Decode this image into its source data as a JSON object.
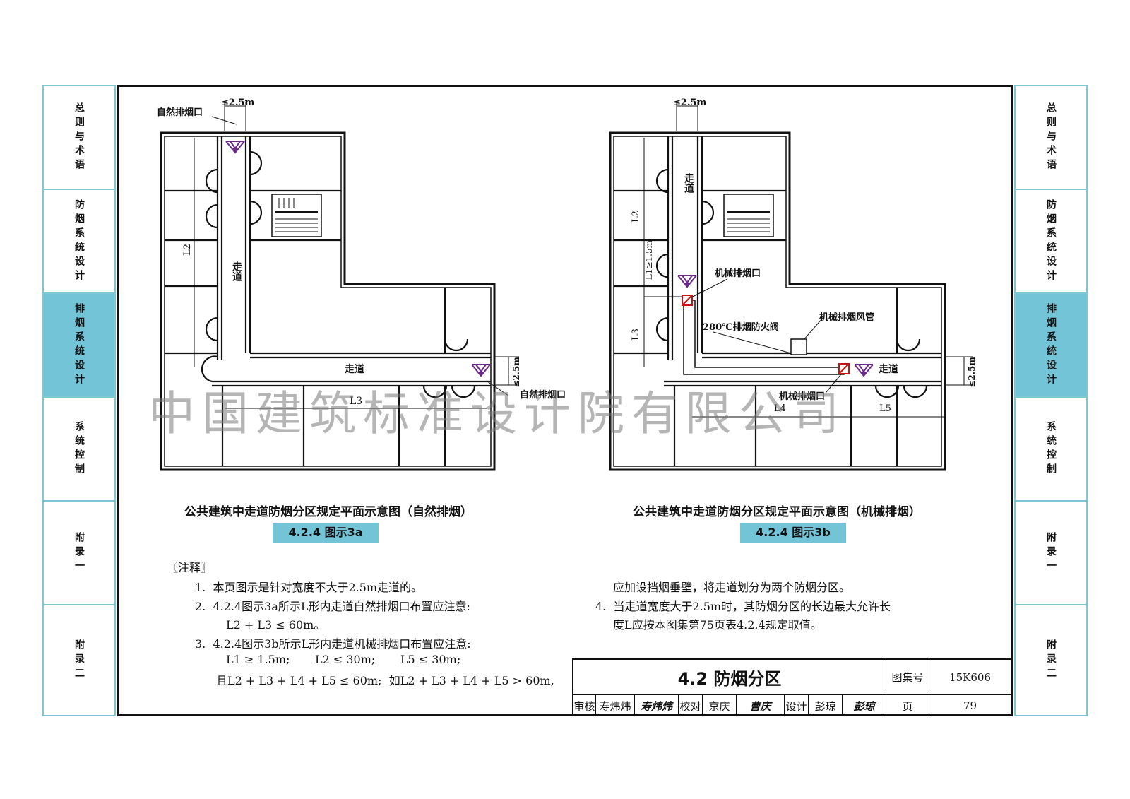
{
  "side_tabs": [
    "总则与术语",
    "防烟系统设计",
    "排烟系统设计",
    "系统控制",
    "附录一",
    "附录二"
  ],
  "active_tab": 2,
  "colors": {
    "accent": "#72c4d6",
    "tab_border": "#7ec8d6",
    "duct": "#cc1111"
  },
  "fig_a": {
    "labels": {
      "outlet_top": "自然排烟口",
      "width_top": "≤2.5m",
      "corridor_v": "走道",
      "corridor_h": "走道",
      "outlet_right": "自然排烟口",
      "width_right": "≤2.5m",
      "L2": "L2",
      "L3": "L3"
    },
    "caption": "公共建筑中走道防烟分区规定平面示意图（自然排烟）",
    "tag": "4.2.4 图示3a"
  },
  "fig_b": {
    "labels": {
      "width_top": "≤2.5m",
      "corridor_v": "走道",
      "corridor_h": "走道",
      "mech_outlet": "机械排烟口",
      "damper": "280℃排烟防火阀",
      "duct": "机械排烟风管",
      "mech_outlet2": "机械排烟口",
      "width_right": "≤2.5m",
      "L1": "L1≥1.5m",
      "L2": "L2",
      "L3": "L3",
      "L4": "L4",
      "L5": "L5"
    },
    "caption": "公共建筑中走道防烟分区规定平面示意图（机械排烟）",
    "tag": "4.2.4 图示3b"
  },
  "watermark": "中国建筑标准设计院有限公司",
  "notes": {
    "title": "〖注释〗",
    "n1": "1.  本页图示是针对宽度不大于2.5m走道的。",
    "n2": "2.  4.2.4图示3a所示L形内走道自然排烟口布置应注意:",
    "n2b": "L2 + L3 ≤ 60m。",
    "n3": "3.  4.2.4图示3b所示L形内走道机械排烟口布置应注意:",
    "n3b": "L1 ≥ 1.5m;       L2 ≤ 30m;       L5 ≤ 30m;",
    "n3c": "且L2 + L3 + L4 + L5 ≤ 60m;  如L2 + L3 + L4 + L5 > 60m,",
    "n3d": "应加设挡烟垂壁，将走道划分为两个防烟分区。",
    "n4": "4.  当走道宽度大于2.5m时，其防烟分区的长边最大允许长",
    "n4b": "度L应按本图集第75页表4.2.4规定取值。"
  },
  "title_block": {
    "title": "4.2  防烟分区",
    "atlas_label": "图集号",
    "atlas_no": "15K606",
    "review_label": "审核",
    "reviewer": "寿炜炜",
    "check_label": "校对",
    "checker": "京庆",
    "design_label": "设计",
    "designer": "彭琼",
    "page_label": "页",
    "page_no": "79",
    "sig_review": "寿炜炜",
    "sig_check": "曹庆",
    "sig_design": "彭琼"
  }
}
